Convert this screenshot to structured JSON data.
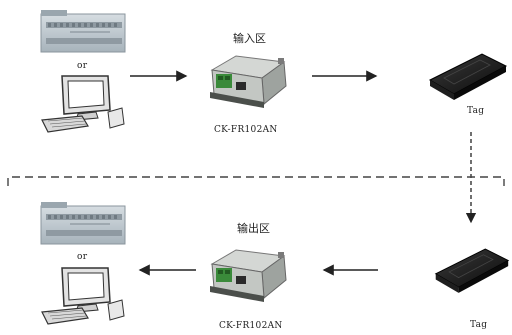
{
  "top": {
    "or_text": "or",
    "zone_label": "输入区",
    "device_label": "CK-FR102AN",
    "tag_label": "Tag"
  },
  "bottom": {
    "or_text": "or",
    "zone_label": "输出区",
    "device_label": "CK-FR102AN",
    "tag_label": "Tag"
  },
  "icons": {
    "plc": "plc-module-icon",
    "computer": "desktop-computer-icon",
    "reader": "rfid-reader-module-icon",
    "tag": "rfid-tag-icon"
  },
  "colors": {
    "plc_body": "#b9c4cc",
    "reader_green": "#3a8a3a",
    "tag_body": "#1c1c1c",
    "divider": "#444444"
  }
}
